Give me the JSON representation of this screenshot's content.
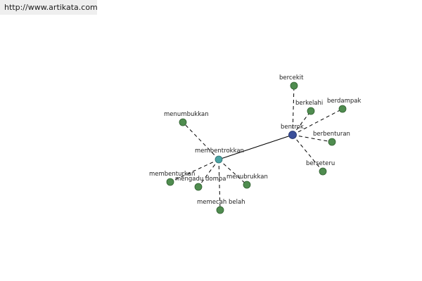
{
  "header": {
    "url": "http://www.artikata.com"
  },
  "graph": {
    "colors": {
      "leaf_node": "#4f8c4f",
      "leaf_stroke": "#2f5f2f",
      "hub_primary": "#3a4f9a",
      "hub_secondary": "#4aa3a3",
      "solid_edge": "#000000",
      "dashed_edge": "#000000"
    },
    "nodes": [
      {
        "id": "bentrok",
        "label": "bentrok",
        "kind": "hub_primary"
      },
      {
        "id": "membentrokkan",
        "label": "membentrokkan",
        "kind": "hub_secondary"
      },
      {
        "id": "bercekit",
        "label": "bercekit",
        "kind": "leaf"
      },
      {
        "id": "berkelahi",
        "label": "berkelahi",
        "kind": "leaf"
      },
      {
        "id": "berdampak",
        "label": "berdampak",
        "kind": "leaf"
      },
      {
        "id": "berbenturan",
        "label": "berbenturan",
        "kind": "leaf"
      },
      {
        "id": "berseteru",
        "label": "berseteru",
        "kind": "leaf"
      },
      {
        "id": "menumbukkan",
        "label": "menumbukkan",
        "kind": "leaf"
      },
      {
        "id": "membenturkan",
        "label": "membenturkan",
        "kind": "leaf"
      },
      {
        "id": "mengadu-domba",
        "label": "mengadu domba",
        "kind": "leaf"
      },
      {
        "id": "menubrukkan",
        "label": "menubrukkan",
        "kind": "leaf"
      },
      {
        "id": "memecah-belah",
        "label": "memecah belah",
        "kind": "leaf"
      }
    ],
    "edges": [
      {
        "from": "bentrok",
        "to": "membentrokkan",
        "style": "solid"
      },
      {
        "from": "bentrok",
        "to": "bercekit",
        "style": "dashed"
      },
      {
        "from": "bentrok",
        "to": "berkelahi",
        "style": "dashed"
      },
      {
        "from": "bentrok",
        "to": "berdampak",
        "style": "dashed"
      },
      {
        "from": "bentrok",
        "to": "berbenturan",
        "style": "dashed"
      },
      {
        "from": "bentrok",
        "to": "berseteru",
        "style": "dashed"
      },
      {
        "from": "membentrokkan",
        "to": "menumbukkan",
        "style": "dashed"
      },
      {
        "from": "membentrokkan",
        "to": "membenturkan",
        "style": "dashed"
      },
      {
        "from": "membentrokkan",
        "to": "mengadu-domba",
        "style": "dashed"
      },
      {
        "from": "membentrokkan",
        "to": "menubrukkan",
        "style": "dashed"
      },
      {
        "from": "membentrokkan",
        "to": "memecah-belah",
        "style": "dashed"
      }
    ]
  }
}
